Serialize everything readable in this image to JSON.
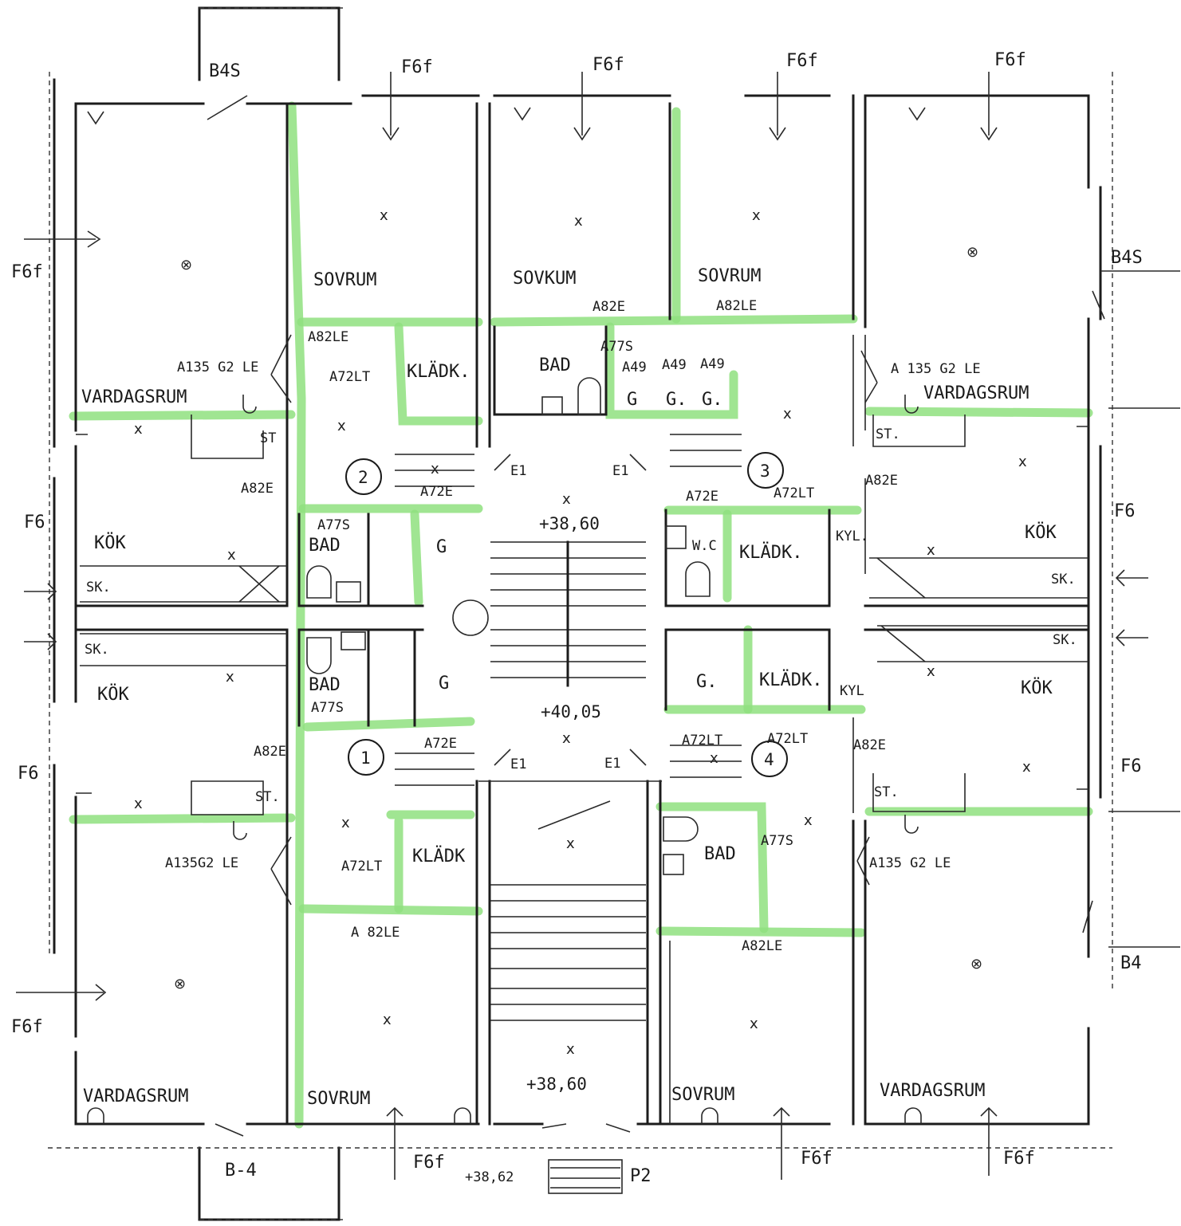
{
  "labels": {
    "rooms": {
      "sovrum_1": "SOVRUM",
      "sovrum_2": "SOVKUM",
      "sovrum_3": "SOVRUM",
      "sovrum_4": "SOVRUM",
      "sovrum_5": "SOVRUM",
      "vardagsrum_1": "VARDAGSRUM",
      "vardagsrum_2": "VARDAGSRUM",
      "vardagsrum_3": "VARDAGSRUM",
      "vardagsrum_4": "VARDAGSRUM",
      "kok_1": "KÖK",
      "kok_2": "KÖK",
      "kok_3": "KÖK",
      "kok_4": "KÖK",
      "bad_1": "BAD",
      "bad_2": "BAD",
      "bad_3": "BAD",
      "bad_4": "BAD",
      "kladk_1": "KLÄDK.",
      "kladk_2": "KLÄDK.",
      "kladk_3": "KLÄDK.",
      "kladk_4": "KLÄDK",
      "wc": "W.C",
      "kyl_1": "KYL.",
      "kyl_2": "KYL",
      "g_1": "G",
      "g_2": "G",
      "g_3": "G.",
      "g_4": "G.",
      "g_5": "G",
      "g_6": "G."
    },
    "codes": {
      "b4s_top": "B4S",
      "b4s_right": "B4S",
      "b4_bottom": "B-4",
      "b4_right": "B4",
      "f6f_1": "F6f",
      "f6f_2": "F6f",
      "f6f_3": "F6f",
      "f6f_4": "F6f",
      "f6f_left_top": "F6f",
      "f6f_left_bottom": "F6f",
      "f6f_b1": "F6f",
      "f6f_b2": "F6f",
      "f6f_b3": "F6f",
      "f6_left_1": "F6",
      "f6_left_2": "F6",
      "f6_right_1": "F6",
      "f6_right_2": "F6",
      "a82e_1": "A82E",
      "a82le_1": "A82LE",
      "a82e_2": "A82E",
      "a82le_2": "A82LE",
      "a82e_3": "A82E",
      "a82e_4": "A82E",
      "a82e_5": "A82E",
      "a82le_3": "A 82LE",
      "a82le_4": "A82LE",
      "a135_1": "A135 G2 LE",
      "a135_2": "A 135 G2 LE",
      "a135_3": "A135G2 LE",
      "a135_4": "A135 G2 LE",
      "a72lt_1": "A72LT",
      "a72lt_2": "A72LT",
      "a72lt_3": "A72LT",
      "a72lt_4": "A72LT",
      "a72lt_5": "A72LT",
      "a72e_1": "A72E",
      "a72e_2": "A72E",
      "a72e_3": "A72E",
      "a77s_1": "A77S",
      "a77s_2": "A77S",
      "a77s_3": "A77S",
      "a77s_4": "A77S",
      "a49_1": "A49",
      "a49_2": "A49",
      "a49_3": "A49",
      "st_1": "ST",
      "st_2": "ST.",
      "st_3": "ST.",
      "st_4": "ST.",
      "sk_1": "SK.",
      "sk_2": "SK.",
      "sk_3": "SK.",
      "sk_4": "SK.",
      "e1_1": "E1",
      "e1_2": "E1",
      "e1_3": "E1",
      "e1_4": "E1",
      "p2": "P2"
    },
    "levels": {
      "lvl_1": "+38,60",
      "lvl_2": "+40,05",
      "lvl_3": "+38,60",
      "lvl_4": "+38,62"
    },
    "apartments": [
      "1",
      "2",
      "3",
      "4"
    ]
  },
  "colors": {
    "ink": "#1c1c1c",
    "highlight": "#8fe07f",
    "paper": "#ffffff"
  }
}
